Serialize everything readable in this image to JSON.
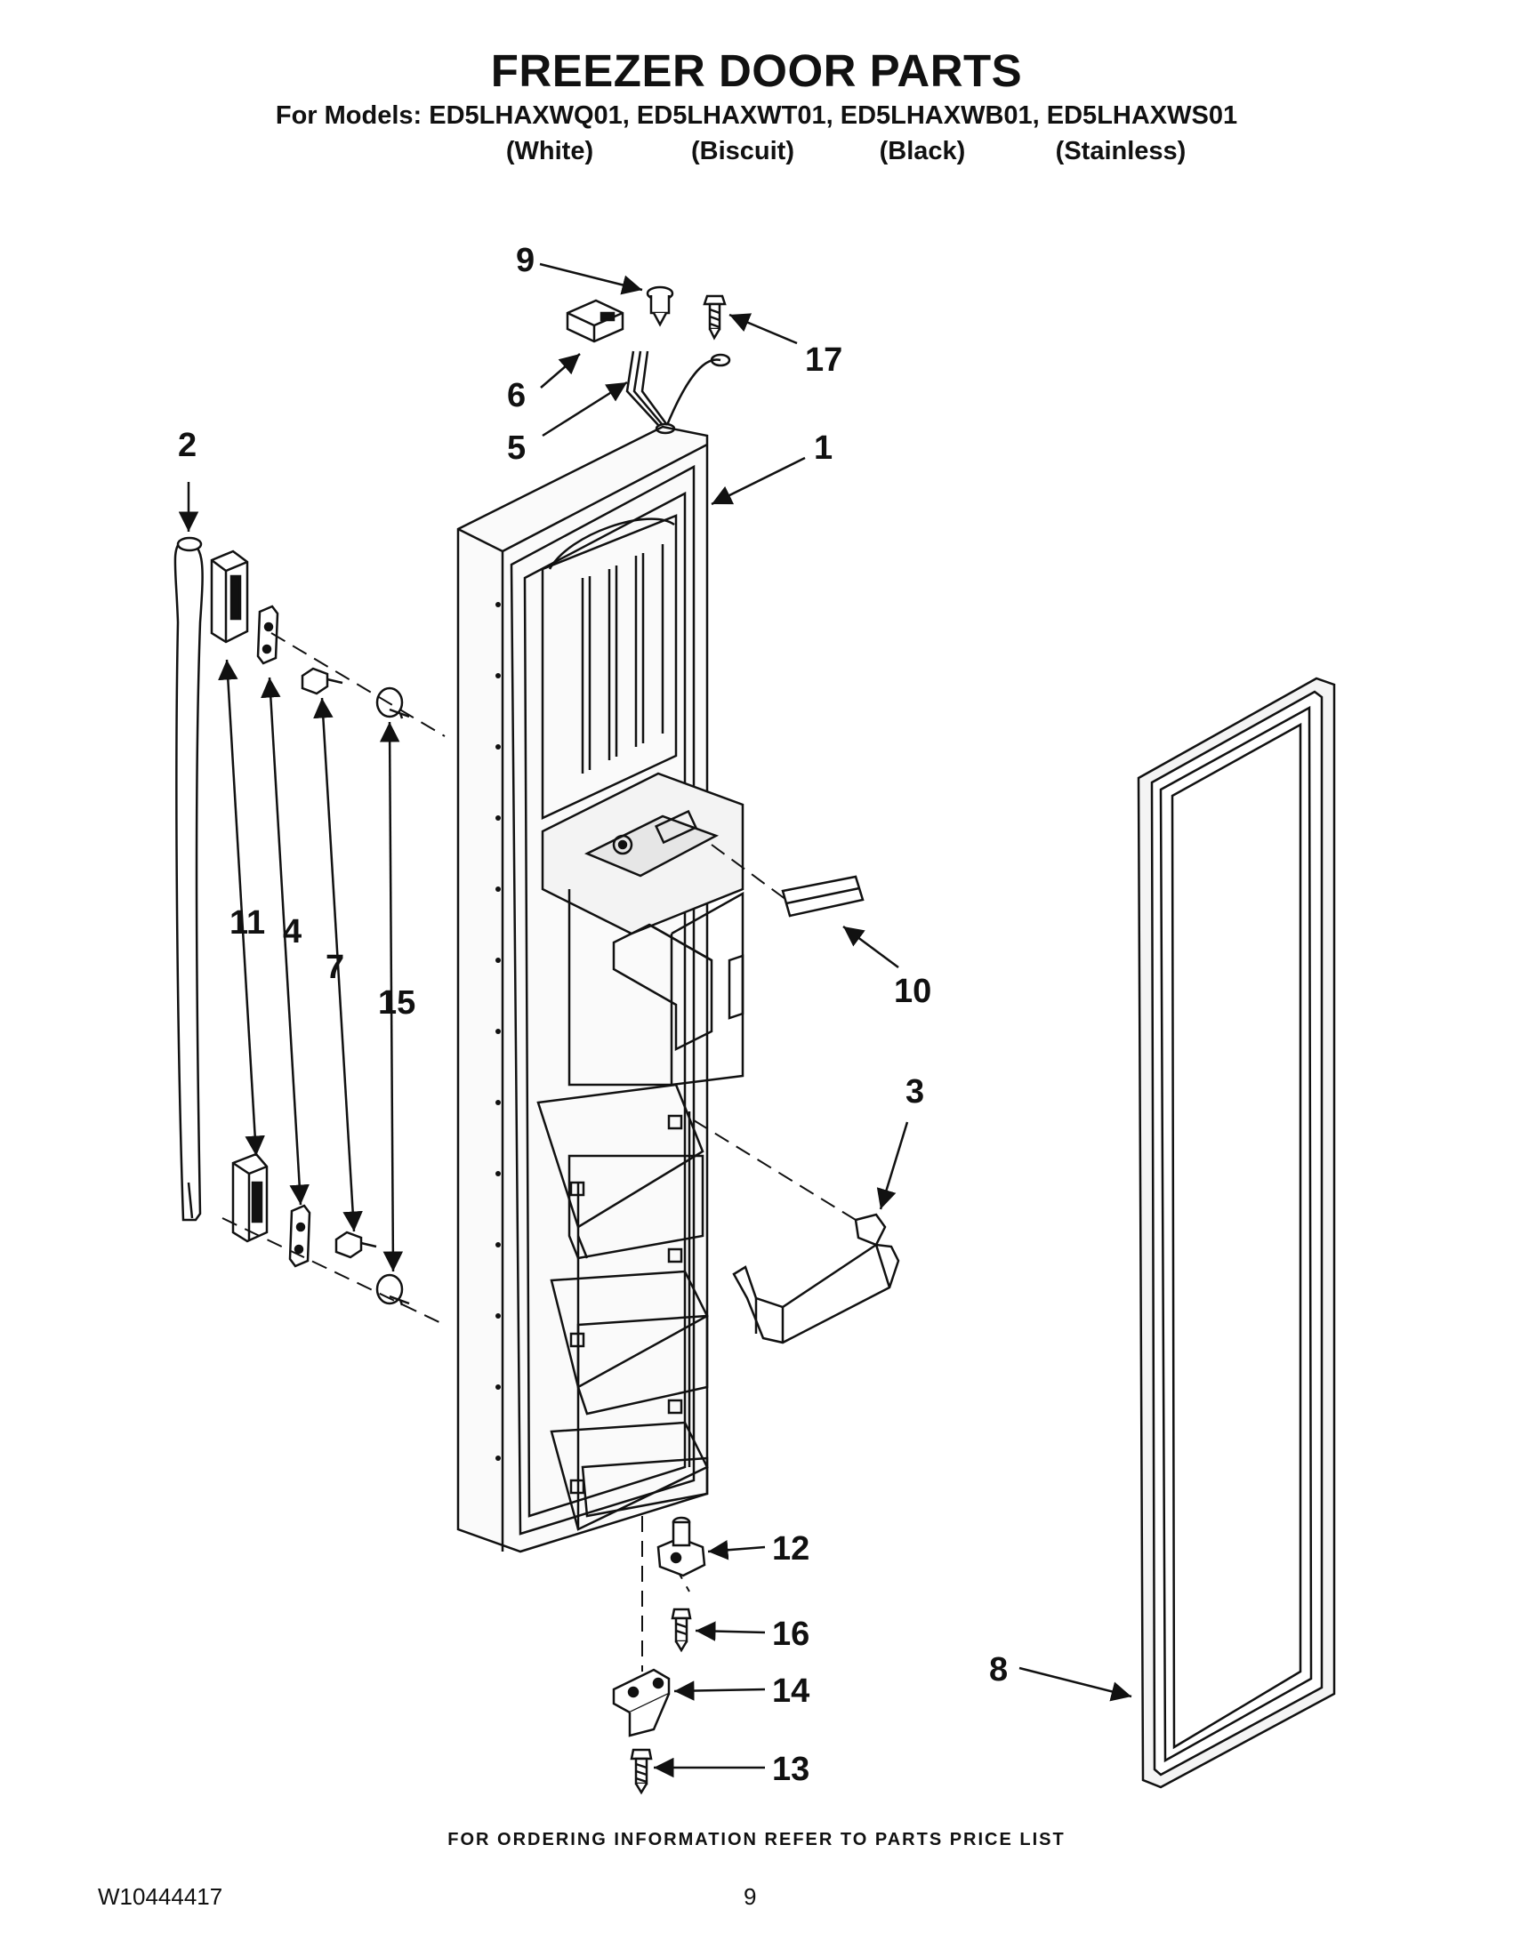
{
  "header": {
    "title": "FREEZER DOOR PARTS",
    "models_line": "For Models: ED5LHAXWQ01, ED5LHAXWT01, ED5LHAXWB01, ED5LHAXWS01",
    "variants": [
      "(White)",
      "(Biscuit)",
      "(Black)",
      "(Stainless)"
    ]
  },
  "callouts": {
    "c1": "1",
    "c2": "2",
    "c3": "3",
    "c4": "4",
    "c5": "5",
    "c6": "6",
    "c7": "7",
    "c8": "8",
    "c9": "9",
    "c10": "10",
    "c11": "11",
    "c12": "12",
    "c13": "13",
    "c14": "14",
    "c15": "15",
    "c16": "16",
    "c17": "17"
  },
  "footer": {
    "ordering_note": "FOR ORDERING INFORMATION REFER TO PARTS PRICE LIST",
    "document_number": "W10444417",
    "page_number": "9"
  }
}
